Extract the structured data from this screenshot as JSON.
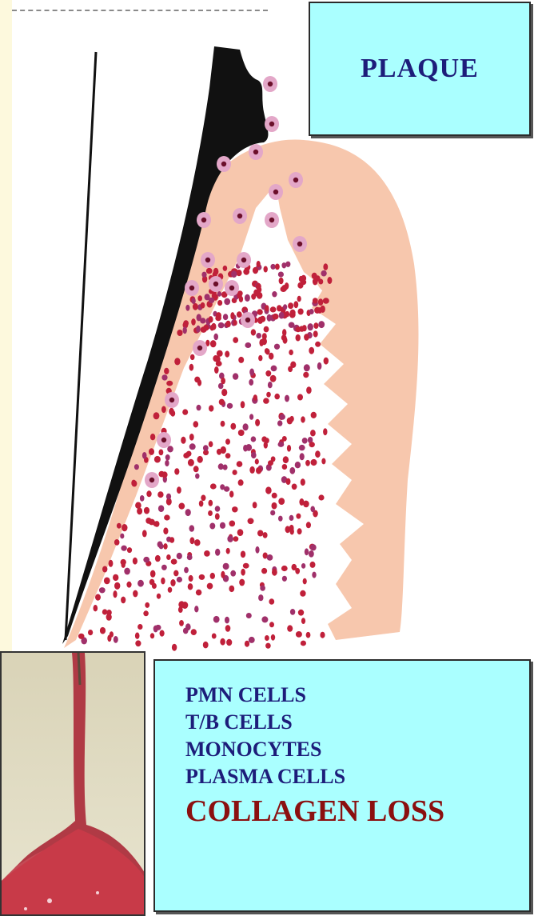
{
  "plaque_box": {
    "label": "PLAQUE"
  },
  "cells_box": {
    "items": [
      "PMN CELLS",
      "T/B CELLS",
      "MONOCYTES",
      "PLASMA CELLS"
    ],
    "highlight": "COLLAGEN LOSS"
  },
  "colors": {
    "background": "#fdf9dd",
    "box_fill": "#aaffff",
    "label_blue": "#1d1d7a",
    "label_red": "#8b1010",
    "gingiva": "#f7c7ad",
    "plaque": "#111111",
    "cells": "#c0203a",
    "pmn_halo": "#e3a7c8"
  },
  "icons": [
    "tooth-surface-line",
    "plaque-deposit",
    "gingival-tissue",
    "inflammatory-infiltrate",
    "pmn-cell-icon",
    "clinical-photo-gingivitis"
  ]
}
